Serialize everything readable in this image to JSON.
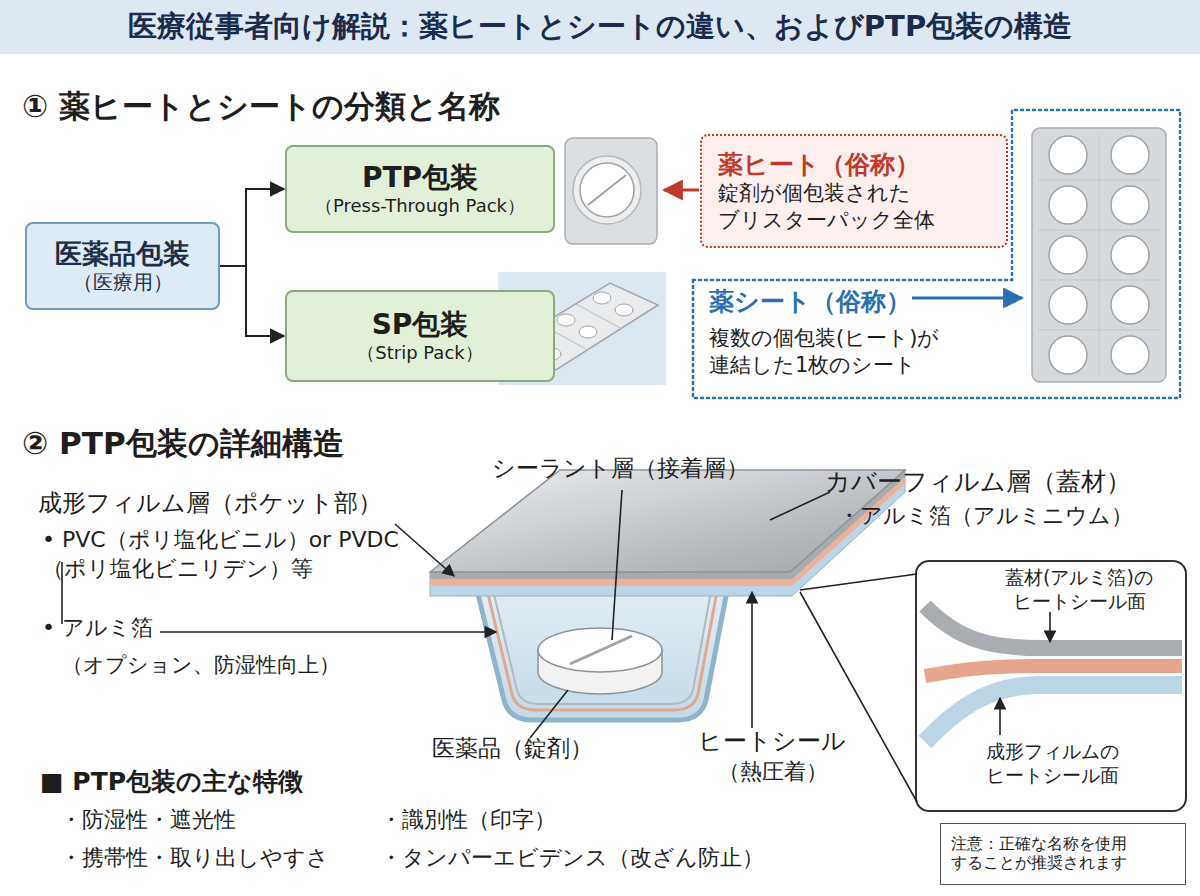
{
  "diagram": {
    "title": "医療従事者向け解説：薬ヒートとシートの違い、およびPTP包装の構造",
    "nodes": [
      {
        "text": [
          "医薬品包装",
          "（医療用）"
        ]
      },
      {
        "text": [
          "PTP包装",
          "（Press-Through Pack）"
        ]
      },
      {
        "text": [
          "SP包装",
          "（Strip Pack）"
        ]
      },
      {
        "text": [
          "薬ヒート（俗称）",
          "錠剤が個包装された ブリスターパック全体"
        ]
      },
      {
        "text": [
          "薬シート（俗称）",
          "複数の個包装(ヒート)が 連結した1枚のシート"
        ]
      },
      {
        "text": [
          "注意：正確な名称を使用 することが推奨されます"
        ]
      },
      {
        "text": [
          "蓋材(アルミ箔)の ヒートシール面",
          "成形フィルムの ヒートシール面"
        ]
      }
    ],
    "edges": [
      {
        "from": 0,
        "to": 1,
        "arrow": "to"
      },
      {
        "from": 0,
        "to": 2,
        "arrow": "to"
      }
    ],
    "labels": [
      "① 薬ヒートとシートの分類と名称",
      "② PTP包装の詳細構造",
      "成形フィルム層（ポケット部）",
      "• PVC（ポリ塩化ビニル）or PVDC（ポリ塩化ビニリデン）等",
      "• アルミ箔",
      "（オプション、防湿性向上）",
      "シーラント層（接着層）",
      "カバーフィルム層（蓋材）",
      "・アルミ箔（アルミニウム）",
      "医薬品（錠剤）",
      "ヒートシール",
      "（熱圧着）",
      "■ PTP包装の主な特徴",
      "・防湿性・遮光性",
      "・携帯性・取り出しやすさ",
      "・識別性（印字）",
      "・タンパーエビデンス（改ざん防止）"
    ]
  }
}
